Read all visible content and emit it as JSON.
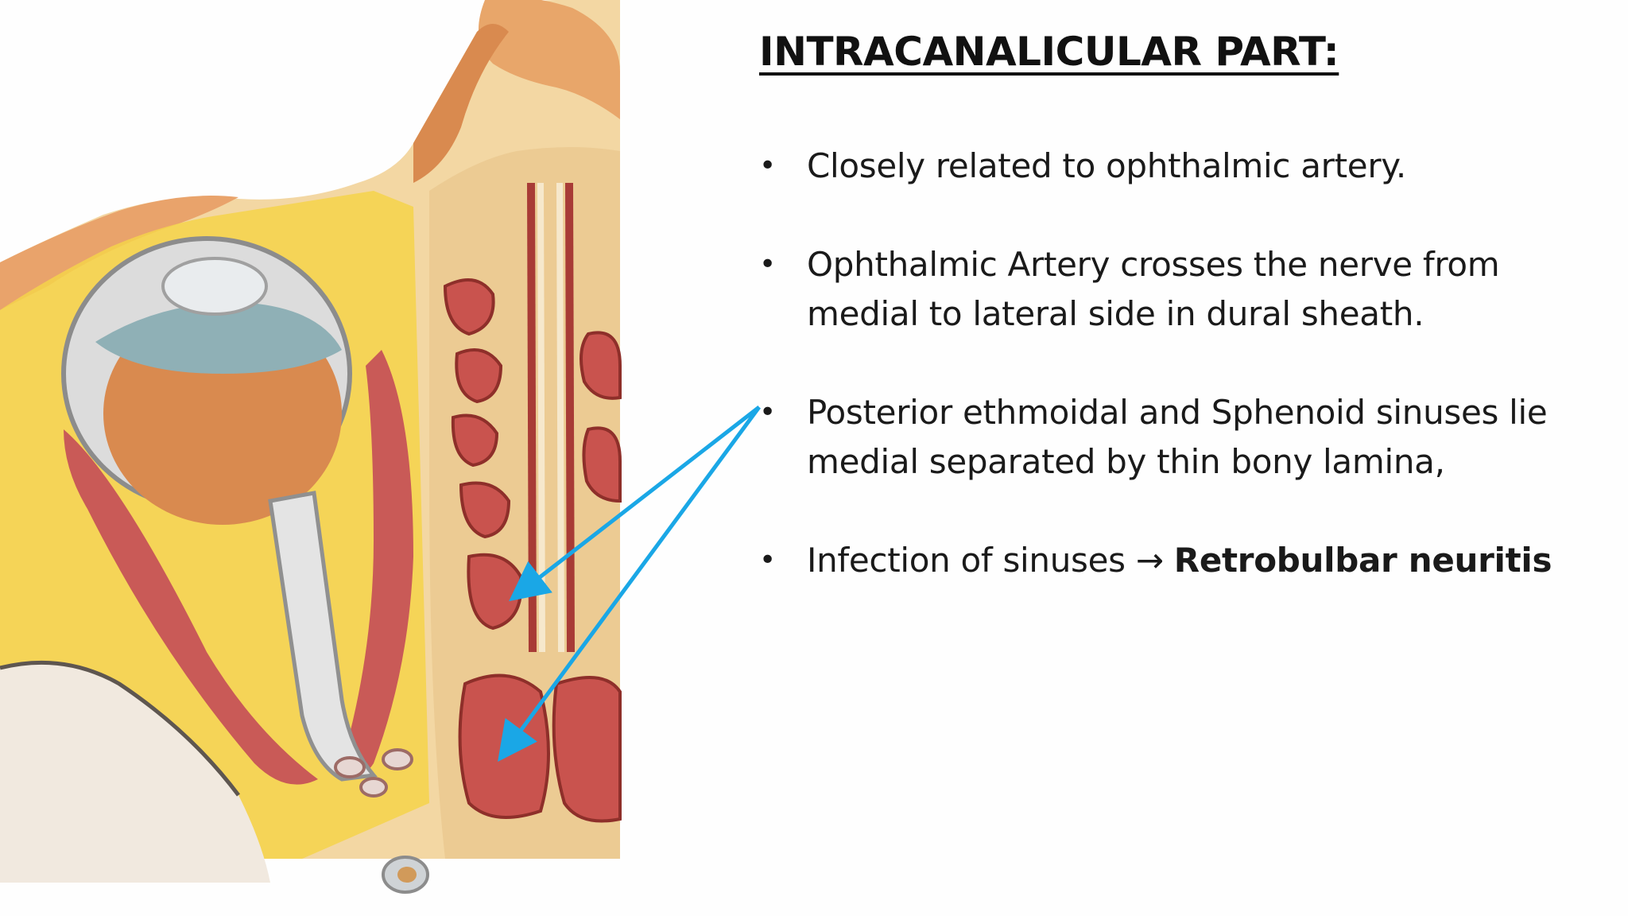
{
  "slide": {
    "title": "INTRACANALICULAR PART:",
    "bullets": [
      {
        "text": "Closely related to ophthalmic artery."
      },
      {
        "text": "Ophthalmic Artery crosses the nerve from medial to lateral side in dural sheath."
      },
      {
        "text": "Posterior ethmoidal and Sphenoid sinuses lie medial separated by thin bony lamina,"
      },
      {
        "text": "Infection of sinuses",
        "arrow": "→",
        "bold": "Retrobulbar neuritis"
      }
    ],
    "bullet_symbol": "•",
    "accent_color": "#1aa7e6"
  }
}
